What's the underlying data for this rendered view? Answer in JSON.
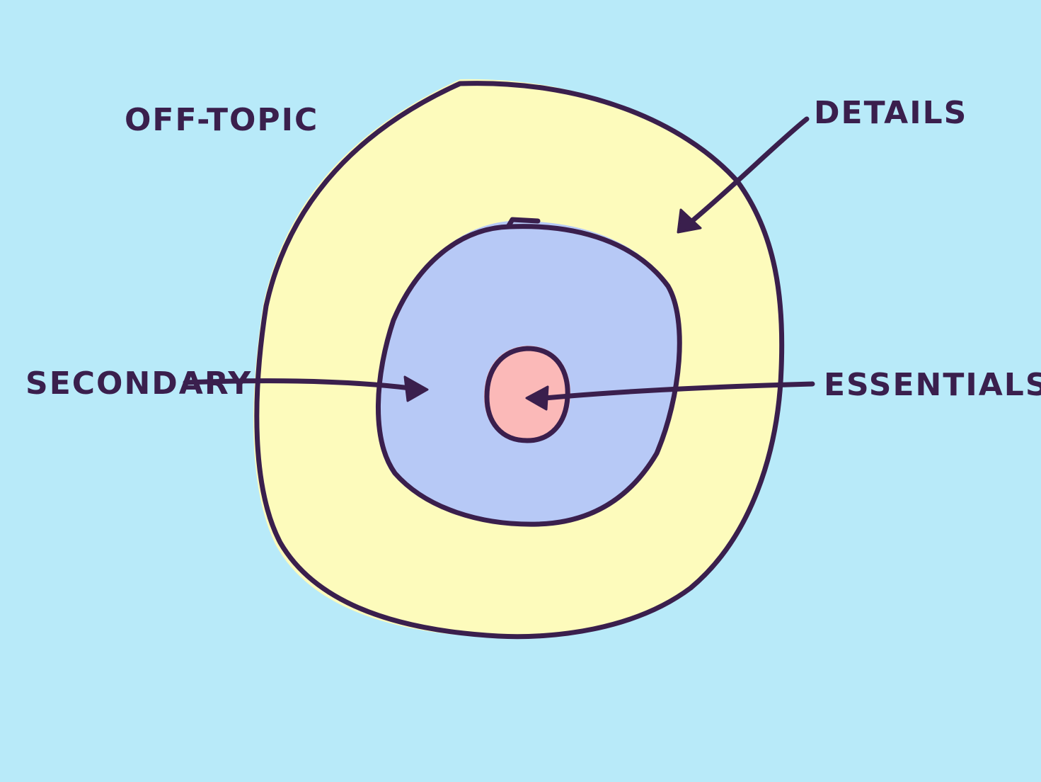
{
  "colors": {
    "background": "#b8eaf9",
    "outer_ring": "#fdfbbc",
    "middle_ring": "#b7c9f6",
    "core": "#fbb9b8",
    "ink": "#3a1f4d"
  },
  "labels": {
    "off_topic": "OFF-TOPIC",
    "details": "DETAILS",
    "secondary": "SECONDARY",
    "essentials": "ESSENTIALS"
  }
}
